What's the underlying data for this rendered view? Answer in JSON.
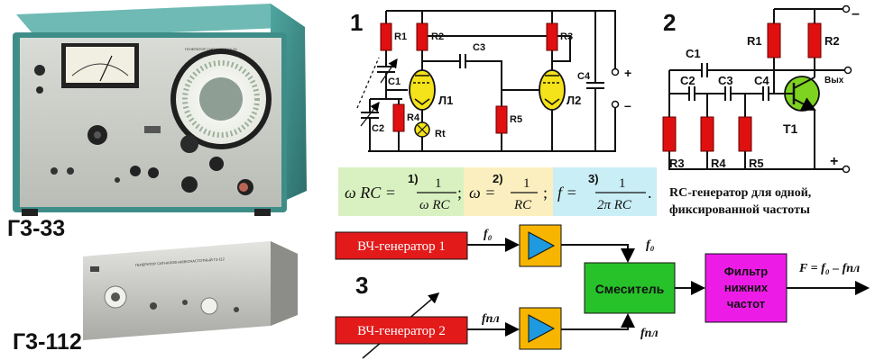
{
  "devices": {
    "g3_33": {
      "name": "Г3-33",
      "panel_text": "ГЕНЕРАТОР СИГНАЛОВ Г3-33"
    },
    "g3_112": {
      "name": "Г3-112",
      "panel_text": "ГЕНЕРАТОР СИГНАЛОВ НИЗКОЧАСТОТНЫЙ Г3-112"
    }
  },
  "circuit1": {
    "number": "1",
    "labels": {
      "r1": "R1",
      "r2": "R2",
      "r3": "R3",
      "r4": "R4",
      "r5": "R5",
      "c1": "C1",
      "c2": "C2",
      "c3": "C3",
      "c4": "C4",
      "l1": "Л1",
      "l2": "Л2",
      "rt": "Rt",
      "plus": "+",
      "minus": "–"
    }
  },
  "formulas": {
    "f1_num": "1)",
    "f1_lhs": "ω RC =",
    "f1_top": "1",
    "f1_bot": "ω RC",
    "f1_sep": ";",
    "f2_num": "2)",
    "f2_lhs": "ω =",
    "f2_top": "1",
    "f2_bot": "RC",
    "f2_sep": ";",
    "f3_num": "3)",
    "f3_lhs": "f =",
    "f3_top": "1",
    "f3_bot": "2π RC",
    "f3_sep": "."
  },
  "circuit2": {
    "number": "2",
    "labels": {
      "r1": "R1",
      "r2": "R2",
      "r3": "R3",
      "r4": "R4",
      "r5": "R5",
      "c1": "C1",
      "c2": "C2",
      "c3": "C3",
      "c4": "C4",
      "t1": "T1",
      "out": "Вых",
      "plus": "+",
      "minus": "–"
    },
    "caption_line1": "RC-генератор для одной,",
    "caption_line2": "фиксированной частоты"
  },
  "circuit3": {
    "number": "3",
    "gen1": "ВЧ-генератор 1",
    "gen2": "ВЧ-генератор 2",
    "mixer": "Смеситель",
    "filter_line1": "Фильтр",
    "filter_line2": "нижних",
    "filter_line3": "частот",
    "f0_in": "f₀",
    "f0_out": "f₀",
    "fpl_in": "fпл",
    "fpl_out": "fпл",
    "result": "F = f₀ – fпл"
  },
  "colors": {
    "resistor": "#e01010",
    "tube": "#f4e21a",
    "block_red": "#e21a1a",
    "block_green": "#27c22a",
    "block_magenta": "#ec1ce6",
    "amp_box": "#f7b500",
    "amp_triangle": "#1e9be0",
    "formula_green": "#d9f1c0",
    "formula_yellow": "#fbefbf",
    "formula_blue": "#c9eef6"
  }
}
